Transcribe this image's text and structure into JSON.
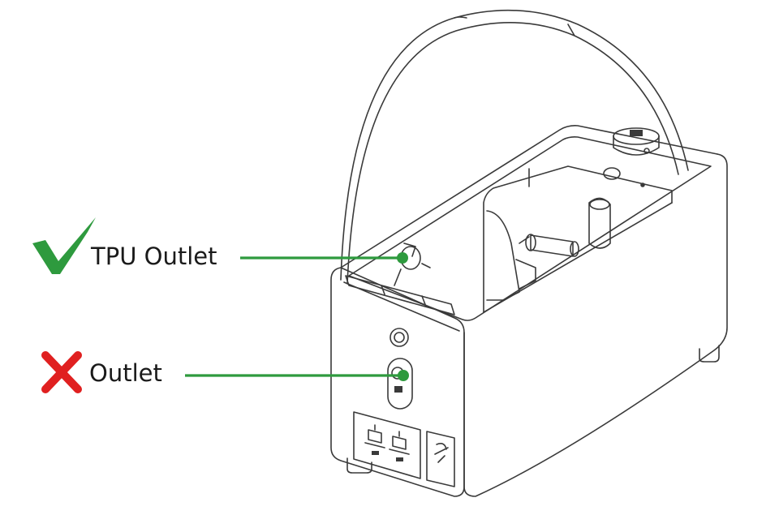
{
  "callouts": [
    {
      "label": "TPU Outlet",
      "status": "correct",
      "status_icon": "check-mark-icon",
      "color": "#2e9a3e"
    },
    {
      "label": "Outlet",
      "status": "incorrect",
      "status_icon": "cross-mark-icon",
      "color": "#e02020"
    }
  ],
  "colors": {
    "line_art": "#3a3a3a",
    "leader_line": "#2e9a3e",
    "check": "#2e9a3e",
    "cross": "#e02020"
  }
}
